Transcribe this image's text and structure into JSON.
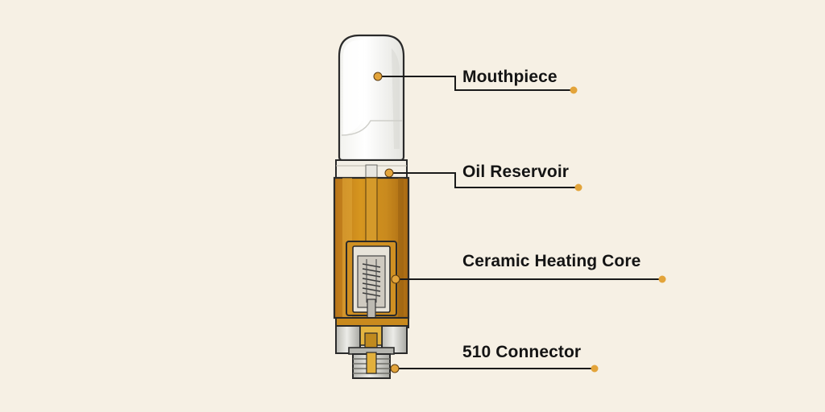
{
  "colors": {
    "background": "#f6f0e4",
    "outline": "#2a2a2a",
    "mouthpiece": "#ffffff",
    "mouthpiece_shade": "#e6e6e2",
    "oil": "#c98a1e",
    "oil_dark": "#a86812",
    "metal": "#d9d9d4",
    "metal_dark": "#9a9a94",
    "brass": "#e0b23a",
    "callout_dot": "#e3a43a",
    "callout_line": "#1a1a1a"
  },
  "diagram": {
    "subject": "cartridge-cross-section",
    "callouts": [
      {
        "id": "mouthpiece",
        "label": "Mouthpiece"
      },
      {
        "id": "oil-reservoir",
        "label": "Oil Reservoir"
      },
      {
        "id": "ceramic-heating-core",
        "label": "Ceramic Heating Core"
      },
      {
        "id": "510-connector",
        "label": "510 Connector"
      }
    ]
  }
}
